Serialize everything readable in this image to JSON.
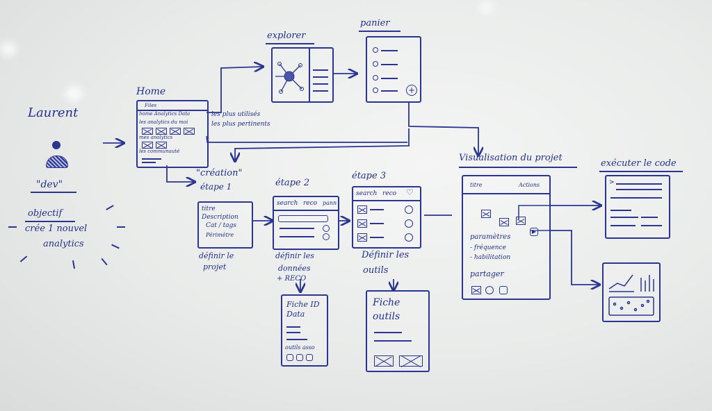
{
  "persona": {
    "name": "Laurent",
    "role": "\"dev\"",
    "objective_title": "objectif",
    "objective_line1": "crée 1 nouvel",
    "objective_line2": "analytics"
  },
  "home": {
    "title": "Home",
    "bar_left": "Files",
    "tabs": "home  Analytics  Data",
    "row1": "les analytics du moi",
    "row2": "mes analytics",
    "row3": "les communauté",
    "note_line1": "les plus utilisés",
    "note_line2": "les plus pertinents"
  },
  "explorer": {
    "title": "explorer"
  },
  "panier": {
    "title": "panier"
  },
  "creation": {
    "title": "\"création\"",
    "step": "étape 1",
    "field1": "titre",
    "field2": "Description",
    "field3": "Cat / tags",
    "field4": "Périmètre",
    "caption1": "définir le",
    "caption2": "projet"
  },
  "step2": {
    "title": "étape 2",
    "tab1": "search",
    "tab2": "reco",
    "tab3": "pann",
    "caption1": "définir les",
    "caption2": "données",
    "caption3": "+ RECO",
    "card_title1": "Fiche ID",
    "card_title2": "Data",
    "card_footer": "outils asso"
  },
  "step3": {
    "title": "étape 3",
    "tab1": "search",
    "tab2": "reco",
    "caption1": "Définir les",
    "caption2": "outils",
    "card_title1": "Fiche",
    "card_title2": "outils"
  },
  "visualisation": {
    "title": "Visualisation du projet",
    "top_left": "titre",
    "top_right": "Actions",
    "param_title": "paramètres",
    "param1": "- fréquence",
    "param2": "- habilitation",
    "share_title": "partager"
  },
  "execute": {
    "title": "exécuter le code"
  }
}
